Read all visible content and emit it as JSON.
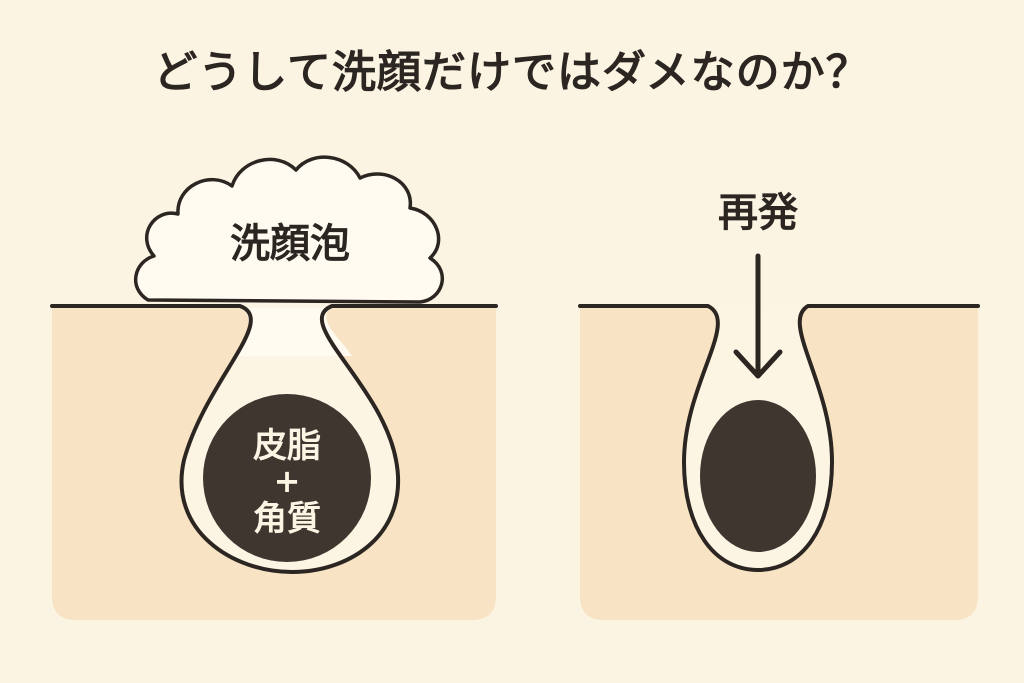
{
  "title": "どうして洗顔だけではダメなのか？",
  "left_panel": {
    "foam_label": "洗顔泡",
    "plug_label_line1": "皮脂",
    "plug_label_plus": "+",
    "plug_label_line2": "角質"
  },
  "right_panel": {
    "arrow_label": "再発"
  },
  "colors": {
    "background": "#fcf4e2",
    "skin": "#f8e4c4",
    "pore_inner": "#fdf5e4",
    "outline": "#2c2622",
    "plug": "#3f3630",
    "foam": "#fffbf0"
  }
}
